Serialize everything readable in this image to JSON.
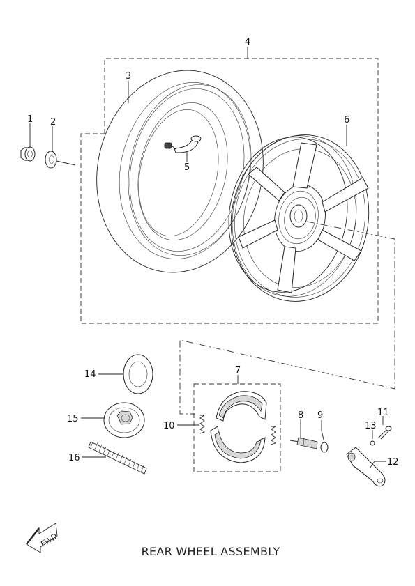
{
  "diagram": {
    "title": "REAR WHEEL ASSEMBLY",
    "fwd_label": "FWD",
    "callouts": {
      "c1": "1",
      "c2": "2",
      "c3": "3",
      "c4": "4",
      "c5": "5",
      "c6": "6",
      "c7": "7",
      "c8": "8",
      "c9": "9",
      "c10": "10",
      "c11": "11",
      "c12": "12",
      "c13": "13",
      "c14": "14",
      "c15": "15",
      "c16": "16"
    }
  }
}
